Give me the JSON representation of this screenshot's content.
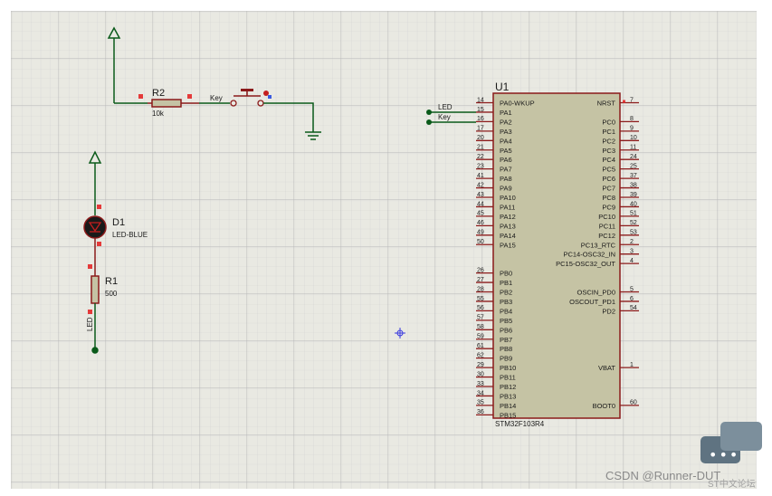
{
  "schematic": {
    "resistor_r2": {
      "ref": "R2",
      "value": "10k"
    },
    "button": {
      "label": "Key"
    },
    "led_d1": {
      "ref": "D1",
      "value": "LED-BLUE"
    },
    "resistor_r1": {
      "ref": "R1",
      "value": "500"
    },
    "left_net_label": "LED",
    "mcu": {
      "ref": "U1",
      "part": "STM32F103R4",
      "net_labels": {
        "pa0": "LED",
        "pa1": "Key"
      },
      "left_pins": [
        {
          "num": "14",
          "name": "PA0-WKUP"
        },
        {
          "num": "15",
          "name": "PA1"
        },
        {
          "num": "16",
          "name": "PA2"
        },
        {
          "num": "17",
          "name": "PA3"
        },
        {
          "num": "20",
          "name": "PA4"
        },
        {
          "num": "21",
          "name": "PA5"
        },
        {
          "num": "22",
          "name": "PA6"
        },
        {
          "num": "23",
          "name": "PA7"
        },
        {
          "num": "41",
          "name": "PA8"
        },
        {
          "num": "42",
          "name": "PA9"
        },
        {
          "num": "43",
          "name": "PA10"
        },
        {
          "num": "44",
          "name": "PA11"
        },
        {
          "num": "45",
          "name": "PA12"
        },
        {
          "num": "46",
          "name": "PA13"
        },
        {
          "num": "49",
          "name": "PA14"
        },
        {
          "num": "50",
          "name": "PA15"
        },
        {
          "num": "26",
          "name": "PB0"
        },
        {
          "num": "27",
          "name": "PB1"
        },
        {
          "num": "28",
          "name": "PB2"
        },
        {
          "num": "55",
          "name": "PB3"
        },
        {
          "num": "56",
          "name": "PB4"
        },
        {
          "num": "57",
          "name": "PB5"
        },
        {
          "num": "58",
          "name": "PB6"
        },
        {
          "num": "59",
          "name": "PB7"
        },
        {
          "num": "61",
          "name": "PB8"
        },
        {
          "num": "62",
          "name": "PB9"
        },
        {
          "num": "29",
          "name": "PB10"
        },
        {
          "num": "30",
          "name": "PB11"
        },
        {
          "num": "33",
          "name": "PB12"
        },
        {
          "num": "34",
          "name": "PB13"
        },
        {
          "num": "35",
          "name": "PB14"
        },
        {
          "num": "36",
          "name": "PB15"
        }
      ],
      "right_pins": [
        {
          "num": "7",
          "name": "NRST"
        },
        {
          "num": "8",
          "name": "PC0"
        },
        {
          "num": "9",
          "name": "PC1"
        },
        {
          "num": "10",
          "name": "PC2"
        },
        {
          "num": "11",
          "name": "PC3"
        },
        {
          "num": "24",
          "name": "PC4"
        },
        {
          "num": "25",
          "name": "PC5"
        },
        {
          "num": "37",
          "name": "PC6"
        },
        {
          "num": "38",
          "name": "PC7"
        },
        {
          "num": "39",
          "name": "PC8"
        },
        {
          "num": "40",
          "name": "PC9"
        },
        {
          "num": "51",
          "name": "PC10"
        },
        {
          "num": "52",
          "name": "PC11"
        },
        {
          "num": "53",
          "name": "PC12"
        },
        {
          "num": "2",
          "name": "PC13_RTC"
        },
        {
          "num": "3",
          "name": "PC14-OSC32_IN"
        },
        {
          "num": "4",
          "name": "PC15-OSC32_OUT"
        },
        {
          "num": "5",
          "name": "OSCIN_PD0"
        },
        {
          "num": "6",
          "name": "OSCOUT_PD1"
        },
        {
          "num": "54",
          "name": "PD2"
        },
        {
          "num": "1",
          "name": "VBAT"
        },
        {
          "num": "60",
          "name": "BOOT0"
        }
      ]
    }
  },
  "watermark": {
    "text": "CSDN @Runner-DUT",
    "forum": "ST中文论坛"
  },
  "colors": {
    "wire": "#0a5a1a",
    "component": "#8b1a1a",
    "chip_fill": "#c5c3a4",
    "grid": "#c8c8c8",
    "pin_end": "#e43a3a"
  }
}
